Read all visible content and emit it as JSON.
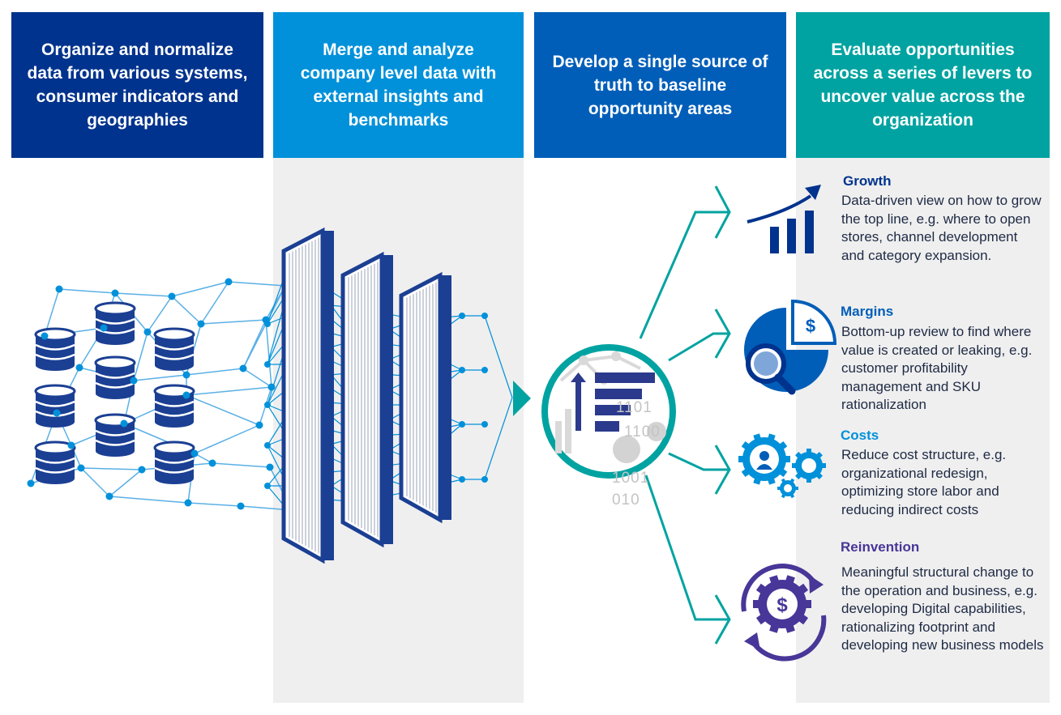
{
  "headers": [
    {
      "text": "Organize and normalize data from various systems, consumer indicators and geographies",
      "color": "#00338d"
    },
    {
      "text": "Merge and analyze company level data with external insights and benchmarks",
      "color": "#0091da"
    },
    {
      "text": "Develop a single source of truth to baseline opportunity areas",
      "color": "#005eb8"
    },
    {
      "text": "Evaluate opportunities across a series of levers to uncover value across the organization",
      "color": "#00a3a1"
    }
  ],
  "levers": [
    {
      "title": "Growth",
      "color": "#00338d",
      "icon": "growth-chart-icon",
      "description": "Data-driven view on how to grow the top line, e.g. where to open stores, channel development and  category expansion."
    },
    {
      "title": "Margins",
      "color": "#005eb8",
      "icon": "pie-magnifier-dollar-icon",
      "description": "Bottom-up review to find where value is created or leaking, e.g. customer profitability management and SKU rationalization"
    },
    {
      "title": "Costs",
      "color": "#0091da",
      "icon": "gears-person-icon",
      "description": "Reduce cost structure, e.g. organizational redesign, optimizing store labor and reducing indirect costs"
    },
    {
      "title": "Reinvention",
      "color": "#483698",
      "icon": "cycle-gear-dollar-icon",
      "description": "Meaningful structural change to the operation and business, e.g. developing Digital capabilities, rationalizing footprint and developing new business models"
    }
  ],
  "hub_binary": [
    "1101",
    "1100",
    "1001",
    "010"
  ],
  "colors": {
    "teal": "#00a3a1",
    "navy": "#00338d",
    "blue": "#0091da",
    "midblue": "#005eb8",
    "purple": "#483698",
    "panel": "#efefef"
  }
}
